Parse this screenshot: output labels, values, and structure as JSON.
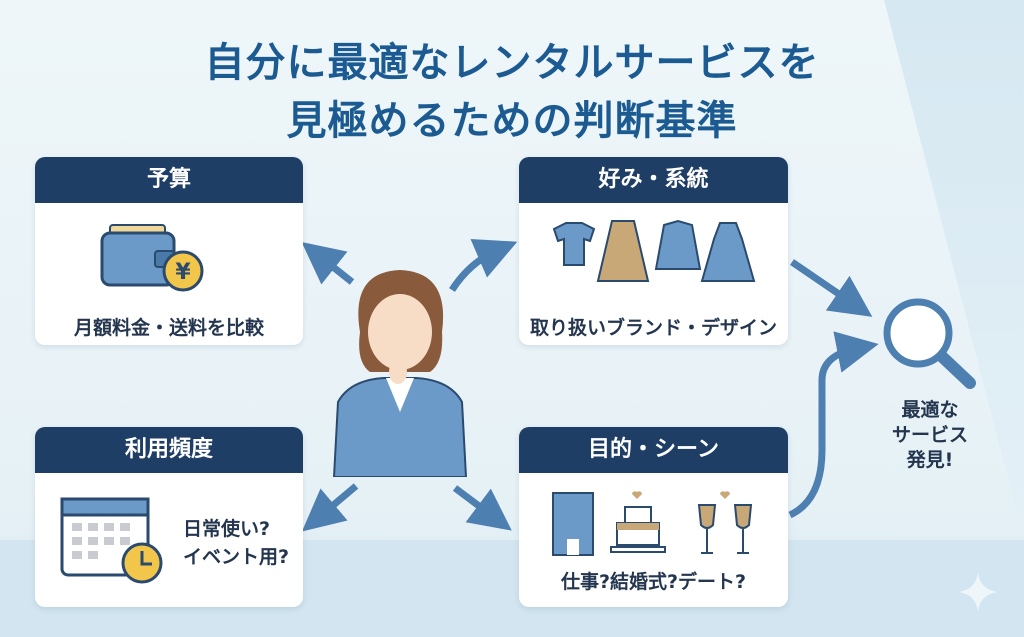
{
  "title": {
    "line1": "自分に最適なレンタルサービスを",
    "line2": "見極めるための判断基準"
  },
  "cards": [
    {
      "header": "予算",
      "text": "月額料金・送料を比較",
      "icons": [
        "wallet-icon",
        "yen-coin-icon"
      ]
    },
    {
      "header": "好み・系統",
      "text": "取り扱いブランド・デザイン",
      "icons": [
        "tshirt-icon",
        "skirt-icon",
        "jacket-icon",
        "dress-icon"
      ]
    },
    {
      "header": "利用頻度",
      "text_lines": [
        "日常使い?",
        "イベント用?"
      ],
      "icons": [
        "calendar-icon",
        "clock-icon"
      ]
    },
    {
      "header": "目的・シーン",
      "text": "仕事?結婚式?デート?",
      "icons": [
        "office-building-icon",
        "wedding-cake-icon",
        "wine-glasses-icon"
      ]
    }
  ],
  "goal": {
    "lines": [
      "最適な",
      "サービス",
      "発見!"
    ],
    "icon": "magnifier-icon"
  },
  "colors": {
    "title": "#1c5b91",
    "header": "#1f3e66",
    "arrow": "#4d7fb0",
    "accent": "#f2c64a"
  }
}
